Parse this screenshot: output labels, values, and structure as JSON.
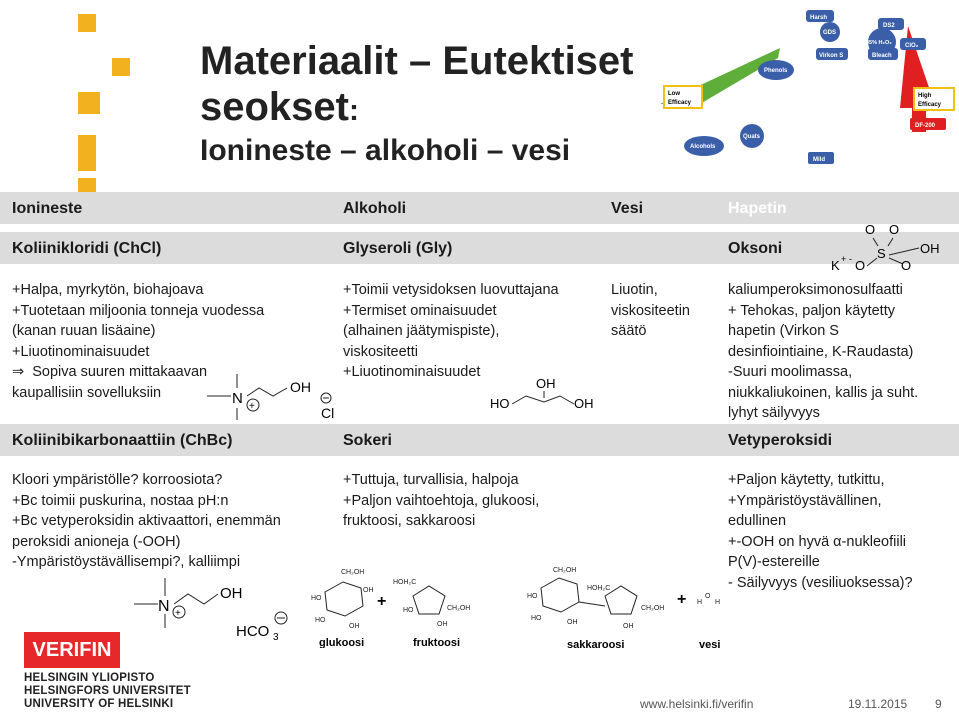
{
  "title": {
    "line1": "Materiaalit – Eutektiset",
    "line2": "seokset",
    "line2_colon": ":",
    "subtitle": "Ionineste – alkoholi – vesi"
  },
  "columns": {
    "ionineste": "Ionineste",
    "alkoholi": "Alkoholi",
    "vesi": "Vesi",
    "hapetin": "Hapetin"
  },
  "row1": {
    "ionineste_name": "Koliinikloridi (ChCl)",
    "alkoholi_name": "Glyseroli (Gly)",
    "hapetin_name": "Oksoni",
    "ionineste_lines": [
      "+Halpa, myrkytön, biohajoava",
      "+Tuotetaan miljoonia tonneja vuodessa",
      "(kanan ruuan lisäaine)",
      "+Liuotinominaisuudet",
      "Sopiva suuren mittakaavan",
      "kaupallisiin sovelluksiin"
    ],
    "alkoholi_lines": [
      "+Toimii vetysidoksen luovuttajana",
      "+Termiset ominaisuudet",
      "(alhainen jäätymispiste),",
      "viskositeetti",
      "+Liuotinominaisuudet"
    ],
    "vesi_lines": [
      "Liuotin,",
      "viskositeetin",
      "säätö"
    ],
    "hapetin_lines": [
      "kaliumperoksimonosulfaatti",
      "+ Tehokas, paljon käytetty",
      "hapetin (Virkon S",
      "desinfiointiaine, K-Raudasta)",
      "-Suuri moolimassa,",
      "niukkaliukoinen, kallis ja suht.",
      "lyhyt säilyvyys"
    ]
  },
  "row2": {
    "ionineste_name": "Koliinibikarbonaattiin (ChBc)",
    "alkoholi_name": "Sokeri",
    "hapetin_name": "Vetyperoksidi",
    "ionineste_lines": [
      "Kloori ympäristölle? korroosiota?",
      "+Bc toimii puskurina, nostaa pH:n",
      "+Bc vetyperoksidin aktivaattori, enemmän",
      "peroksidi anioneja (-OOH)",
      "-Ympäristöystävällisempi?, kalliimpi"
    ],
    "alkoholi_lines": [
      "+Tuttuja, turvallisia, halpoja",
      "+Paljon vaihtoehtoja, glukoosi,",
      "fruktoosi, sakkaroosi"
    ],
    "hapetin_lines": [
      "+Paljon käytetty, tutkittu,",
      "+Ympäristöystävällinen,",
      "edullinen",
      "+-OOH on hyvä α-nukleofiili",
      "P(V)-estereille",
      "- Säilyvyys (vesiliuoksessa)?"
    ]
  },
  "chem": {
    "oh": "OH",
    "ho": "HO",
    "n": "N",
    "cl": "Cl",
    "hco3": "HCO",
    "hco3_sub": "3",
    "k": "K",
    "o": "O",
    "s": "S",
    "plus": "+",
    "minus": "-",
    "sugar_labels": [
      "glukoosi",
      "fruktoosi",
      "sakkaroosi",
      "vesi"
    ]
  },
  "efficacy_chart": {
    "items": [
      "Harsh",
      "GDS",
      "DS2",
      "35% H₂O₂",
      "ClO₂",
      "Virkon S",
      "Bleach",
      "Phenols",
      "Alcohols",
      "Quats",
      "Mild",
      "DF-200"
    ],
    "low_label": "Low\nEfficacy",
    "high_label": "High\nEfficacy"
  },
  "branding": {
    "verifin": "VERIFIN",
    "uni1": "HELSINGIN YLIOPISTO",
    "uni2": "HELSINGFORS UNIVERSITET",
    "uni3": "UNIVERSITY OF HELSINKI"
  },
  "footer": {
    "url": "www.helsinki.fi/verifin",
    "date": "19.11.2015",
    "page": "9"
  },
  "colors": {
    "band": "#dcdcdc",
    "verifin_red": "#e7282b",
    "logo_gold": "#f2b21f"
  }
}
